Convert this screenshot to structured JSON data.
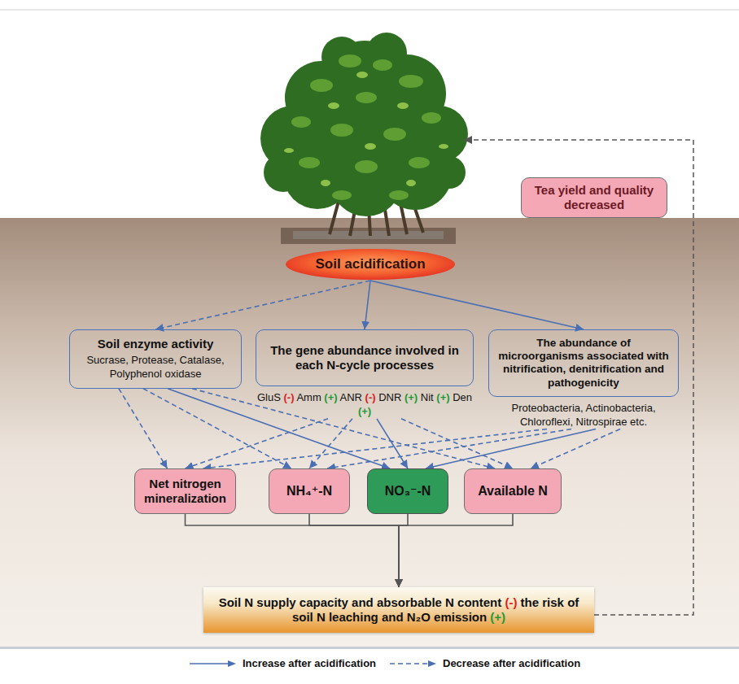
{
  "diagram": {
    "nodes": [
      {
        "text": [
          "Tea yield and quality decreased"
        ]
      },
      {
        "text": [
          "Soil acidification"
        ]
      },
      {
        "text": [
          "Soil enzyme activity",
          "Sucrase, Protease, Catalase, Polyphenol oxidase"
        ]
      },
      {
        "text": [
          "The gene abundance involved in each N-cycle processes",
          "GluS (-) Amm (+) ANR (-) DNR (+) Nit (+) Den (+)"
        ]
      },
      {
        "text": [
          "The abundance of microorganisms associated with nitrification, denitrification and pathogenicity",
          "Proteobacteria, Actinobacteria, Chloroflexi, Nitrospirae etc."
        ]
      },
      {
        "text": [
          "Net nitrogen mineralization"
        ]
      },
      {
        "text": [
          "NH₄⁺-N"
        ]
      },
      {
        "text": [
          "NO₃⁻-N"
        ]
      },
      {
        "text": [
          "Available N"
        ]
      },
      {
        "text": [
          "Soil N supply capacity and absorbable N content (-) the risk of soil N leaching and N₂O emission (+)"
        ]
      }
    ],
    "edges": [
      {
        "from": 1,
        "to": 2,
        "arrow": "to"
      },
      {
        "from": 1,
        "to": 3,
        "arrow": "to"
      },
      {
        "from": 1,
        "to": 4,
        "arrow": "to"
      },
      {
        "from": 2,
        "to": 5,
        "arrow": "to"
      },
      {
        "from": 2,
        "to": 6,
        "arrow": "to"
      },
      {
        "from": 2,
        "to": 7,
        "arrow": "to"
      },
      {
        "from": 2,
        "to": 8,
        "arrow": "to"
      },
      {
        "from": 3,
        "to": 5,
        "arrow": "to"
      },
      {
        "from": 3,
        "to": 6,
        "arrow": "to"
      },
      {
        "from": 3,
        "to": 7,
        "arrow": "to"
      },
      {
        "from": 3,
        "to": 8,
        "arrow": "to"
      },
      {
        "from": 4,
        "to": 5,
        "arrow": "to"
      },
      {
        "from": 4,
        "to": 6,
        "arrow": "to"
      },
      {
        "from": 4,
        "to": 7,
        "arrow": "to"
      },
      {
        "from": 4,
        "to": 8,
        "arrow": "to"
      },
      {
        "from": 5,
        "to": 9,
        "arrow": "to"
      },
      {
        "from": 6,
        "to": 9,
        "arrow": "to"
      },
      {
        "from": 7,
        "to": 9,
        "arrow": "to"
      },
      {
        "from": 8,
        "to": 9,
        "arrow": "to"
      }
    ],
    "legend": [
      {
        "text": "Increase after acidification"
      },
      {
        "text": "Decrease after acidification"
      }
    ]
  }
}
